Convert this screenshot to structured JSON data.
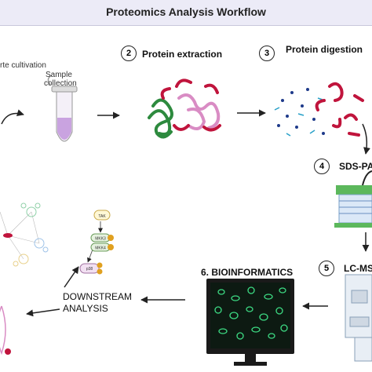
{
  "title": "Proteomics Analysis Workflow",
  "steps": {
    "cultivation": "rte cultivation",
    "sample_collection_1": "Sample",
    "sample_collection_2": "collection",
    "s2_num": "2",
    "s2_label": "Protein extraction",
    "s3_num": "3",
    "s3_label": "Protein digestion",
    "s4_num": "4",
    "s4_label": "SDS-PA",
    "s5_num": "5",
    "s5_label": "LC-MS",
    "s6_label": "6. BIOINFORMATICS",
    "downstream_1": "DOWNSTREAM",
    "downstream_2": "ANALYSIS"
  },
  "pathway_labels": [
    "TAK",
    "MKK3",
    "MKK4",
    "p38"
  ],
  "colors": {
    "title_bg": "#ecebf7",
    "tube": "#c9a3e0",
    "protein_red": "#c0143c",
    "protein_green": "#2d8a3e",
    "protein_pink": "#d98cc4",
    "gel_green": "#5cb85c",
    "monitor_screen": "#0d1a12",
    "cell_green": "#3ddc84"
  },
  "icons": [
    "arrow-icon",
    "tube-icon",
    "protein-tangle-icon",
    "peptides-icon",
    "gel-box-icon",
    "mass-spec-icon",
    "monitor-icon",
    "network-icon",
    "pathway-icon"
  ]
}
